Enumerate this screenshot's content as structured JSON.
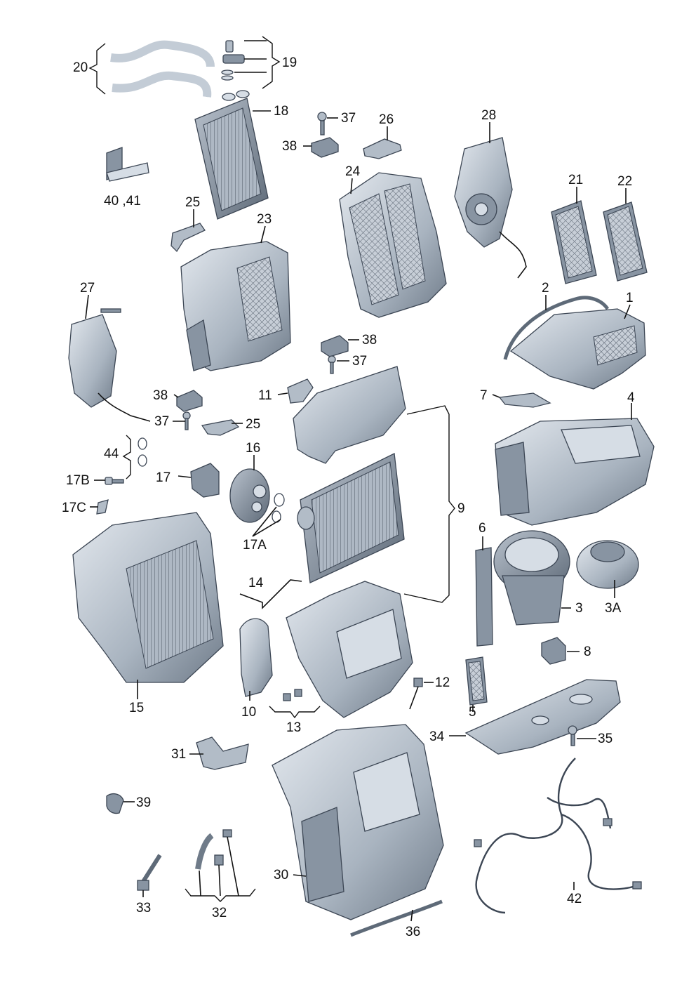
{
  "callouts": {
    "c1": "1",
    "c2": "2",
    "c3": "3",
    "c3a": "3A",
    "c4": "4",
    "c5": "5",
    "c6": "6",
    "c7": "7",
    "c8": "8",
    "c9": "9",
    "c10": "10",
    "c11": "11",
    "c12": "12",
    "c13": "13",
    "c14": "14",
    "c15": "15",
    "c16": "16",
    "c17": "17",
    "c17a": "17A",
    "c17b": "17B",
    "c17c": "17C",
    "c18": "18",
    "c19": "19",
    "c20": "20",
    "c21": "21",
    "c22": "22",
    "c23": "23",
    "c24": "24",
    "c25a": "25",
    "c25b": "25",
    "c26": "26",
    "c27": "27",
    "c28": "28",
    "c30": "30",
    "c31": "31",
    "c32": "32",
    "c33": "33",
    "c34": "34",
    "c35": "35",
    "c36": "36",
    "c37a": "37",
    "c37b": "37",
    "c37c": "37",
    "c38a": "38",
    "c38b": "38",
    "c38c": "38",
    "c39": "39",
    "c4041": "40 ,41",
    "c42": "42",
    "c44": "44"
  },
  "colors": {
    "part_fill_dark": "#8894a2",
    "part_fill_mid": "#b2bcc7",
    "part_fill_light": "#d6dde5",
    "outline": "#3c4654",
    "text": "#111111"
  }
}
